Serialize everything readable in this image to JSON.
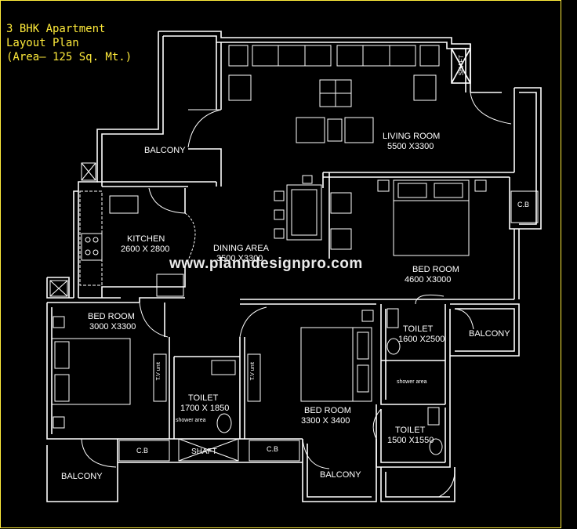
{
  "title": {
    "line1": "3 BHK Apartment",
    "line2": "Layout Plan",
    "line3": "(Area— 125 Sq. Mt.)"
  },
  "colors": {
    "background": "#000000",
    "lines": "#ffffff",
    "title": "#ffeb3b",
    "frame": "#ffeb3b"
  },
  "rooms": {
    "balcony_top": "BALCONY",
    "living_name": "LIVING ROOM",
    "living_size": "5500 X3300",
    "kitchen_name": "KITCHEN",
    "kitchen_size": "2600 X 2800",
    "dining_name": "DINING AREA",
    "dining_size": "3500 X3300",
    "master_bed_name": "BED ROOM",
    "master_bed_size": "4600 X3000",
    "bed_left_name": "BED ROOM",
    "bed_left_size": "3000 X3300",
    "bed_mid_name": "BED ROOM",
    "bed_mid_size": "3300 X 3400",
    "toilet1_name": "TOILET",
    "toilet1_size": "1600 X2500",
    "toilet2_name": "TOILET",
    "toilet2_size": "1700 X 1850",
    "toilet3_name": "TOILET",
    "toilet3_size": "1500 X1550",
    "balcony_right": "BALCONY",
    "balcony_bottom_left": "BALCONY",
    "balcony_bottom_mid": "BALCONY"
  },
  "fixtures": {
    "cb": "C.B",
    "shaft": "SHAFT",
    "shower_area": "shower area",
    "tv_unit": "T.V unit"
  },
  "watermark": "www.planndesignpro.com"
}
